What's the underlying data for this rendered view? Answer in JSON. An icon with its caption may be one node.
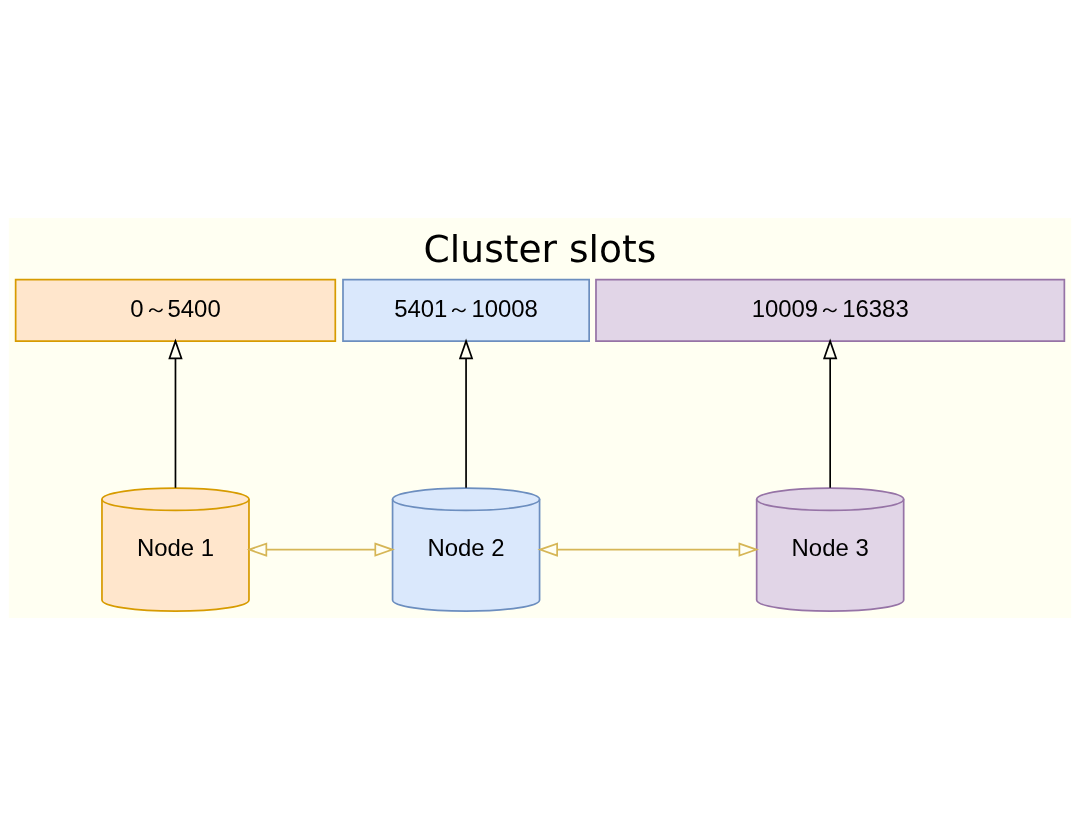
{
  "diagram": {
    "title": "Cluster slots",
    "nodes": [
      {
        "text": [
          "0～5400"
        ]
      },
      {
        "text": [
          "5401～10008"
        ]
      },
      {
        "text": [
          "10009～16383"
        ]
      },
      {
        "text": [
          "Node 1"
        ]
      },
      {
        "text": [
          "Node 2"
        ]
      },
      {
        "text": [
          "Node 3"
        ]
      }
    ],
    "edges": [
      {
        "from": 3,
        "to": 0,
        "arrow": "to"
      },
      {
        "from": 4,
        "to": 1,
        "arrow": "to"
      },
      {
        "from": 5,
        "to": 2,
        "arrow": "to"
      },
      {
        "from": 3,
        "to": 4,
        "arrow": "both",
        "color": "#d6b656"
      },
      {
        "from": 4,
        "to": 5,
        "arrow": "both",
        "color": "#d6b656"
      }
    ]
  }
}
